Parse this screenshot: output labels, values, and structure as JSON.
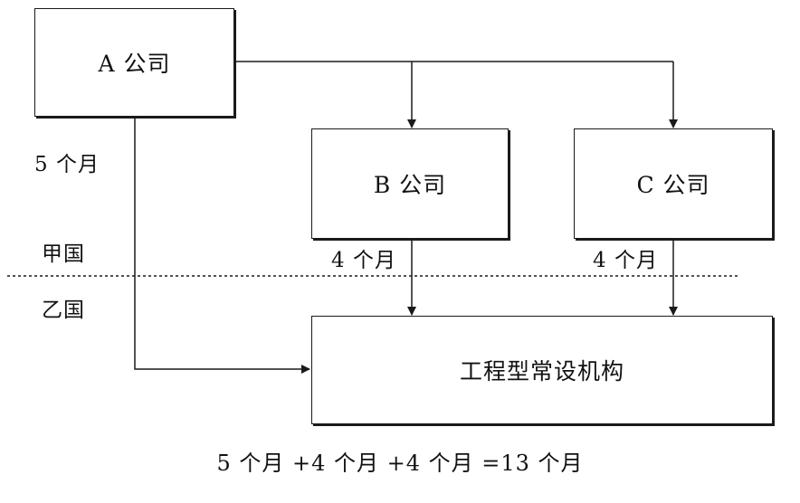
{
  "nodes": {
    "company_a": "A 公司",
    "company_b": "B 公司",
    "company_c": "C 公司",
    "engineering_pe": "工程型常设机构"
  },
  "labels": {
    "a_duration": "5 个月",
    "b_duration": "4 个月",
    "c_duration": "4 个月",
    "country_jia": "甲国",
    "country_yi": "乙国"
  },
  "formula": "5 个月 +4 个月 +4 个月 =13 个月"
}
